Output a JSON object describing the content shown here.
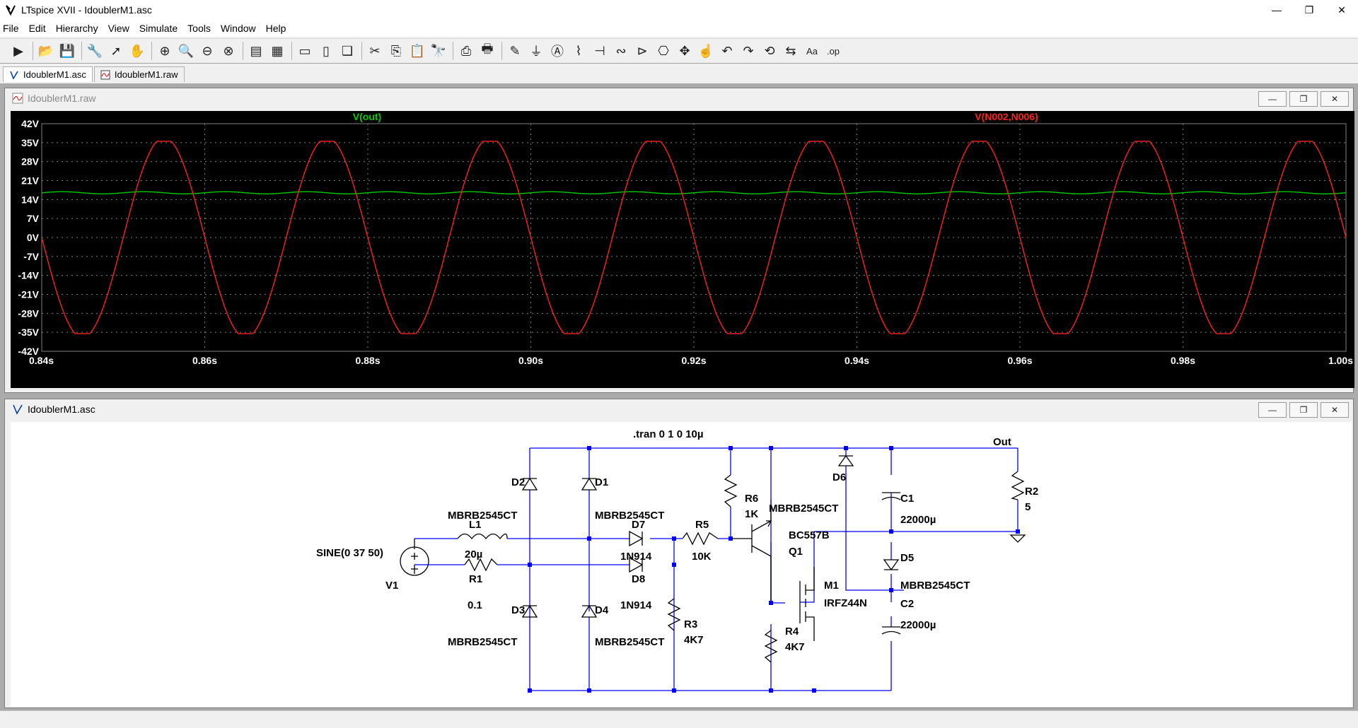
{
  "window": {
    "title": "LTspice XVII - IdoublerM1.asc",
    "minimize": "—",
    "maximize": "❐",
    "close": "✕"
  },
  "menu": [
    "File",
    "Edit",
    "Hierarchy",
    "View",
    "Simulate",
    "Tools",
    "Window",
    "Help"
  ],
  "toolbar_icons": [
    "run-icon",
    "open-icon",
    "save-icon",
    "control-panel-icon",
    "run-pointer-icon",
    "pan-hand-icon",
    "zoom-in-icon",
    "zoom-area-icon",
    "zoom-out-icon",
    "zoom-fit-icon",
    "autorange-icon",
    "grid-icon",
    "tile-h-icon",
    "tile-v-icon",
    "cascade-icon",
    "cut-icon",
    "copy-icon",
    "paste-icon",
    "find-icon",
    "print-icon",
    "print-setup-icon",
    "draw-wire-icon",
    "ground-icon",
    "label-net-icon",
    "resistor-icon",
    "capacitor-icon",
    "inductor-icon",
    "diode-icon",
    "component-icon",
    "move-icon",
    "drag-icon",
    "undo-icon",
    "redo-icon",
    "rotate-icon",
    "mirror-icon",
    "text-icon",
    "spice-directive-icon"
  ],
  "tabs": [
    {
      "label": "IdoublerM1.asc",
      "icon": "schematic-icon",
      "active": true
    },
    {
      "label": "IdoublerM1.raw",
      "icon": "waveform-icon",
      "active": false
    }
  ],
  "plot_window": {
    "title": "IdoublerM1.raw"
  },
  "schematic_window": {
    "title": "IdoublerM1.asc"
  },
  "colors": {
    "vout": "#00cc00",
    "vdiff": "#ff2020",
    "axis_text": "#ffffff",
    "grid": "#808080",
    "wire": "#0000ff",
    "component": "#000000",
    "junction": "#0000ff"
  },
  "chart_data": {
    "type": "line",
    "series": [
      {
        "name": "V(out)",
        "kind": "dc",
        "value": 16.5,
        "ripple": 0.4
      },
      {
        "name": "V(N002,N006)",
        "kind": "sine",
        "amplitude": 35.5,
        "frequency_hz": 50,
        "phase_deg": 180
      }
    ],
    "xlim": [
      0.84,
      1.0
    ],
    "ylim": [
      -42,
      42
    ],
    "x_ticks": [
      "0.84s",
      "0.86s",
      "0.88s",
      "0.90s",
      "0.92s",
      "0.94s",
      "0.96s",
      "0.98s",
      "1.00s"
    ],
    "y_ticks": [
      "42V",
      "35V",
      "28V",
      "21V",
      "14V",
      "7V",
      "0V",
      "-7V",
      "-14V",
      "-21V",
      "-28V",
      "-35V",
      "-42V"
    ],
    "grid": true
  },
  "schematic": {
    "directive": ".tran 0 1 0 10µ",
    "out_label": "Out",
    "V1": {
      "name": "V1",
      "value": "SINE(0 37 50)"
    },
    "L1": {
      "name": "L1",
      "value": "20µ"
    },
    "R1": {
      "name": "R1",
      "value": "0.1"
    },
    "D1": {
      "name": "D1",
      "value": "MBRB2545CT"
    },
    "D2": {
      "name": "D2",
      "value": "MBRB2545CT"
    },
    "D3": {
      "name": "D3",
      "value": "MBRB2545CT"
    },
    "D4": {
      "name": "D4",
      "value": "MBRB2545CT"
    },
    "D5": {
      "name": "D5",
      "value": "MBRB2545CT"
    },
    "D6": {
      "name": "D6",
      "value": "MBRB2545CT"
    },
    "D7": {
      "name": "D7",
      "value": "1N914"
    },
    "D8": {
      "name": "D8",
      "value": "1N914"
    },
    "R5": {
      "name": "R5",
      "value": "10K"
    },
    "R6": {
      "name": "R6",
      "value": "1K"
    },
    "R3": {
      "name": "R3",
      "value": "4K7"
    },
    "R4": {
      "name": "R4",
      "value": "4K7"
    },
    "R2": {
      "name": "R2",
      "value": "5"
    },
    "Q1": {
      "name": "Q1",
      "value": "BC557B"
    },
    "M1": {
      "name": "M1",
      "value": "IRFZ44N"
    },
    "C1": {
      "name": "C1",
      "value": "22000µ"
    },
    "C2": {
      "name": "C2",
      "value": "22000µ"
    }
  }
}
